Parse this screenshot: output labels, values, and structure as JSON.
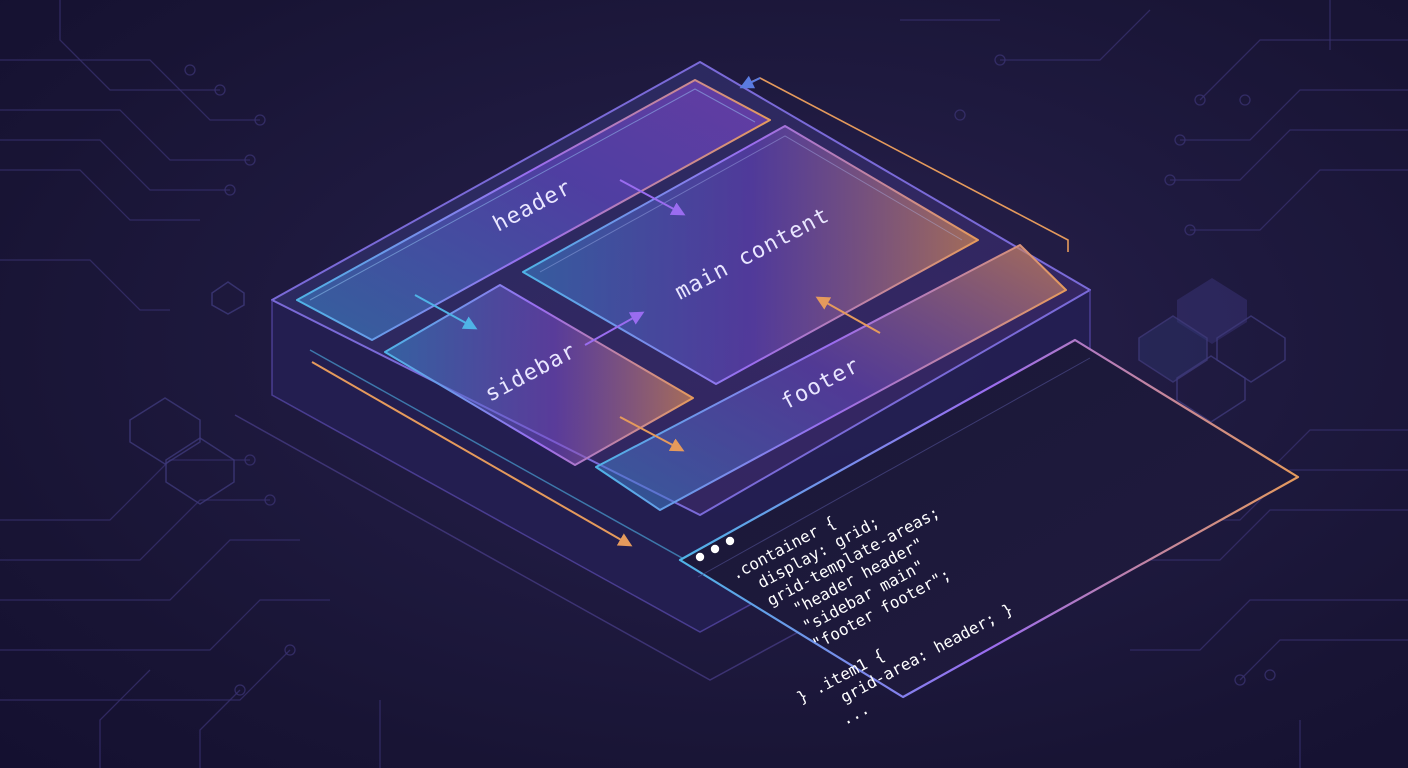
{
  "diagram": {
    "regions": {
      "header": "header",
      "main": "main content",
      "sidebar": "sidebar",
      "footer": "footer"
    },
    "code_window": {
      "lines": [
        ".container {",
        "  display: grid;",
        "  grid-template-areas;",
        "    \"header header\"",
        "    \"sidebar main\"",
        "    \"footer footer\";",
        "",
        "} .item1 {",
        "    grid-area: header; }",
        "   ..."
      ]
    },
    "colors": {
      "cyan": "#4fb3e6",
      "purple": "#8a5cf0",
      "orange": "#e59a5c",
      "background": "#1b1638"
    }
  }
}
